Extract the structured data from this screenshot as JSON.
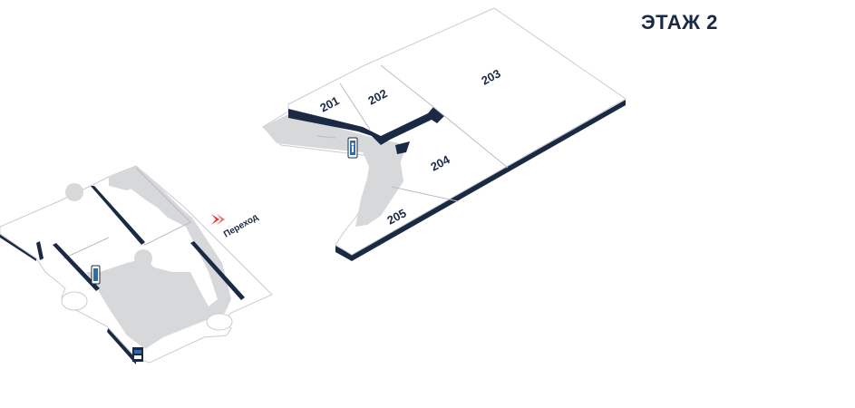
{
  "floor": {
    "title": "ЭТАЖ 2"
  },
  "transfer": {
    "label": "Переход",
    "color": "#e63a3a"
  },
  "rooms": [
    {
      "id": "201",
      "label": "201"
    },
    {
      "id": "202",
      "label": "202"
    },
    {
      "id": "203",
      "label": "203"
    },
    {
      "id": "204",
      "label": "204"
    },
    {
      "id": "205",
      "label": "205"
    }
  ],
  "icons": {
    "restroom": "wc-icon",
    "transfer": "transfer-arrow-icon"
  },
  "colors": {
    "dark": "#1b2a44",
    "corridor": "#d7d8da",
    "accent": "#e63a3a"
  }
}
